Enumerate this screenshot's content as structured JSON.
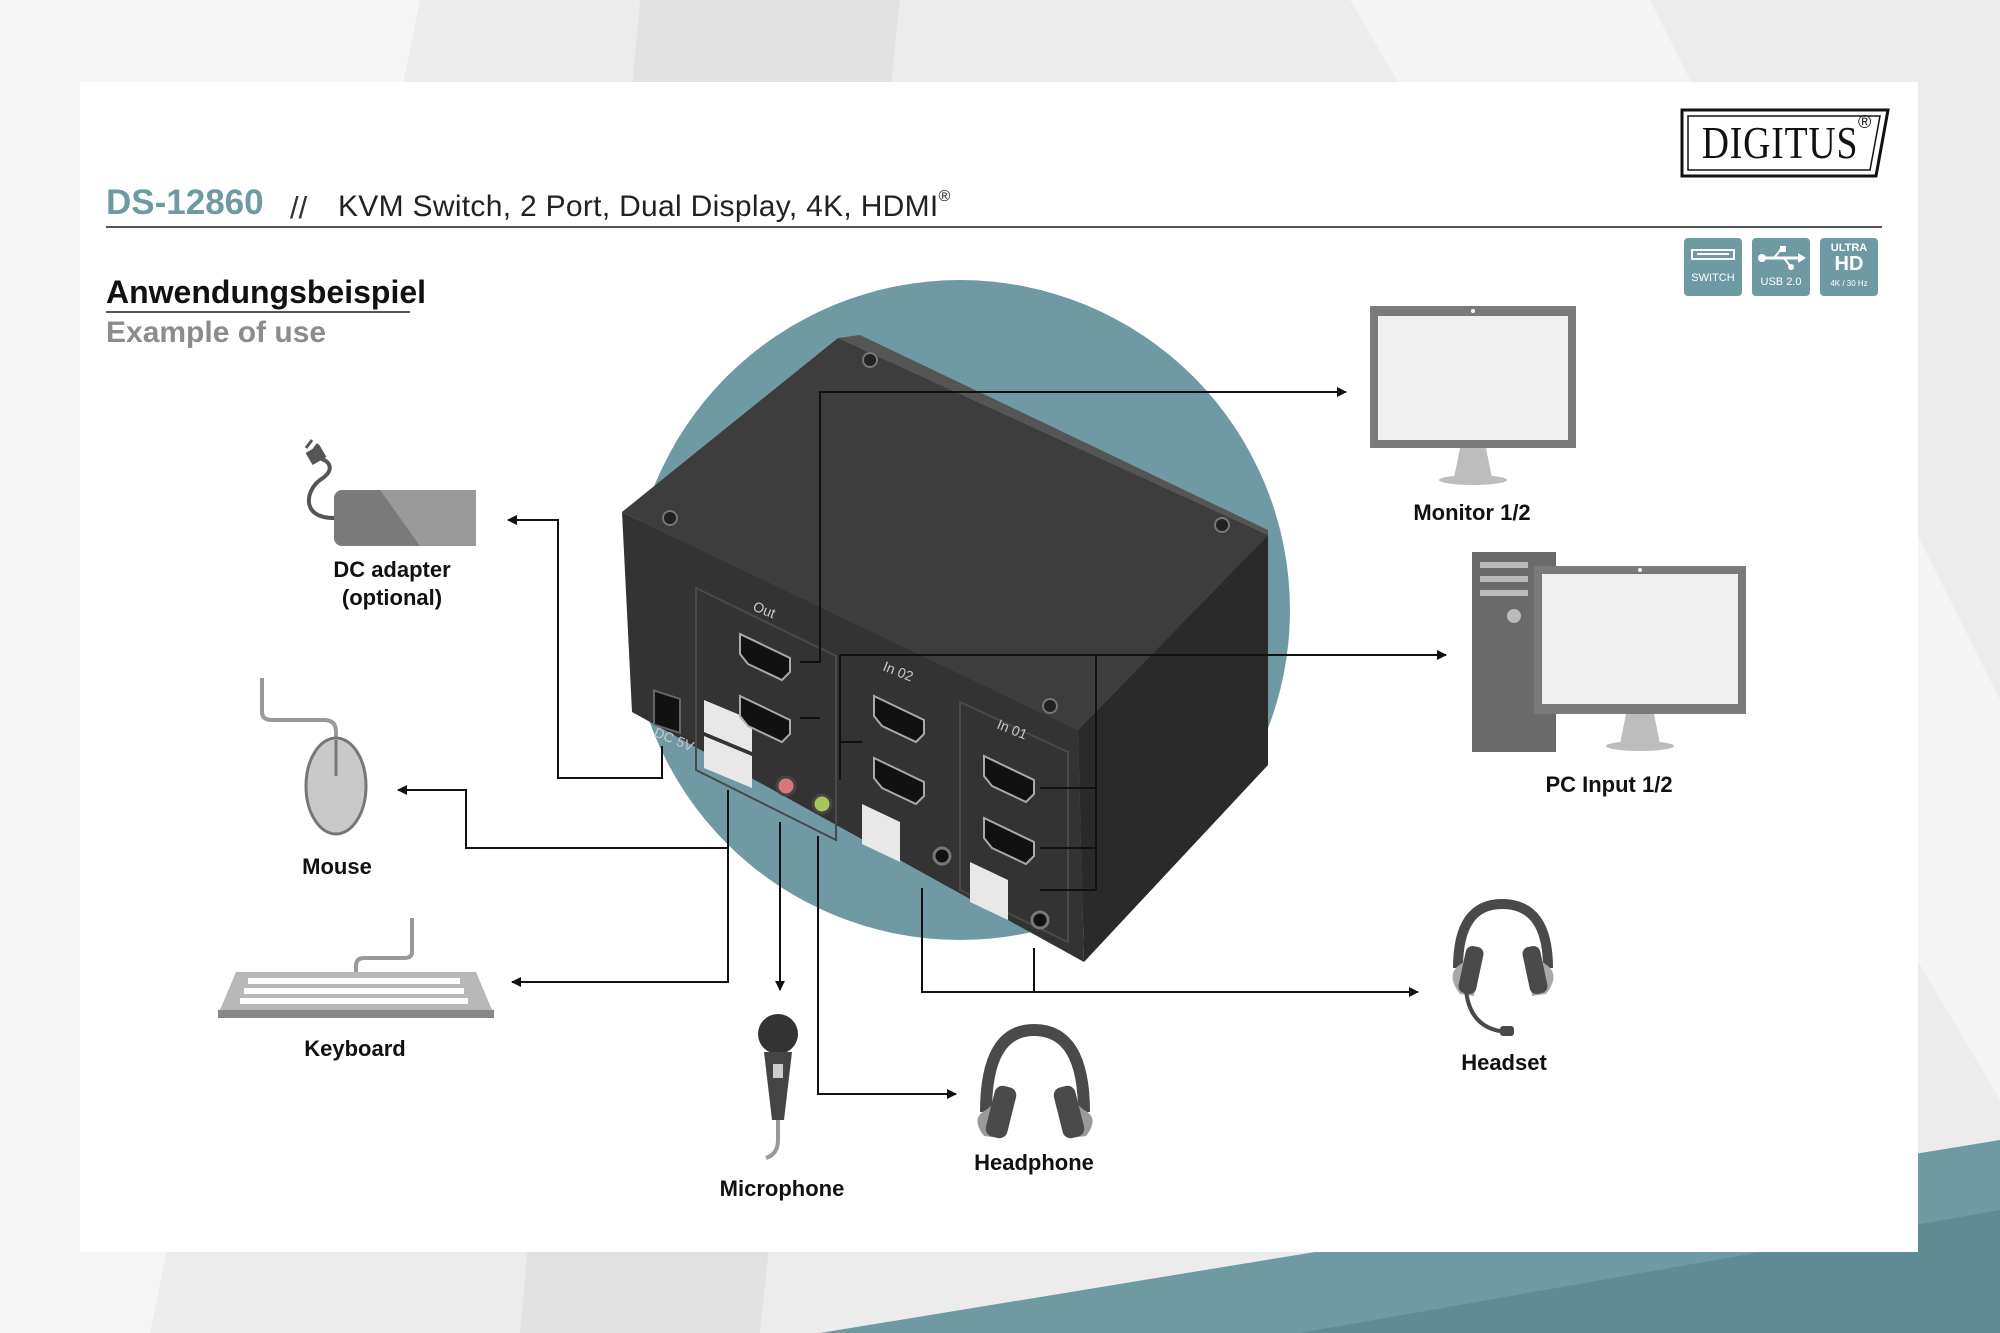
{
  "header": {
    "model": "DS-12860",
    "separator": "//",
    "product": "KVM Switch, 2 Port, Dual Display, 4K, HDMI",
    "product_mark": "®"
  },
  "brand": {
    "logo_text": "DIGITUS",
    "logo_mark": "®"
  },
  "section": {
    "title_de": "Anwendungsbeispiel",
    "title_en": "Example of use"
  },
  "badges": [
    {
      "icon": "switch-icon",
      "top": "",
      "main": "SWITCH"
    },
    {
      "icon": "usb-icon",
      "top": "",
      "main": "USB 2.0"
    },
    {
      "icon": "ultra-hd-icon",
      "top": "ULTRA",
      "main": "HD",
      "sub": "4K / 30 Hz"
    }
  ],
  "device": {
    "port_labels": {
      "out": "Out",
      "in02": "In 02",
      "in01": "In 01",
      "power": "DC 5V"
    }
  },
  "devices": {
    "dc_adapter": "DC adapter\n(optional)",
    "mouse": "Mouse",
    "keyboard": "Keyboard",
    "microphone": "Microphone",
    "headphone": "Headphone",
    "monitor": "Monitor 1/2",
    "pc_input": "PC Input 1/2",
    "headset": "Headset"
  },
  "colors": {
    "accent_teal": "#6f9aa4",
    "device_body": "#3b3b3b",
    "icon_gray": "#8a8a8a",
    "line": "#111111"
  }
}
